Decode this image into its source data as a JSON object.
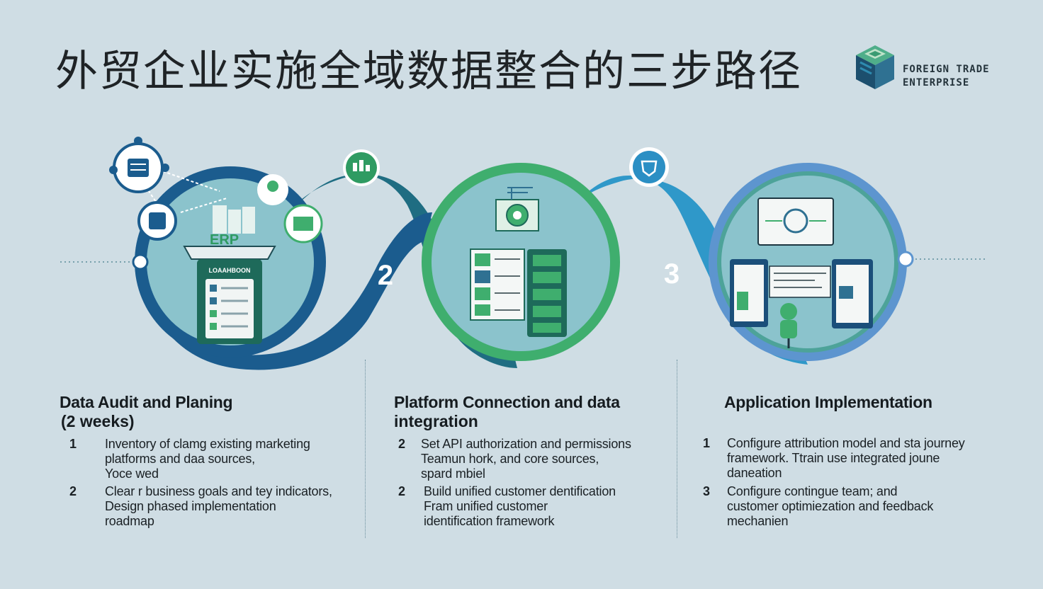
{
  "title": "外贸企业实施全域数据整合的三步路径",
  "logo": {
    "line1": "FOREIGN TRADE",
    "line2": "ENTERPRISE"
  },
  "step_numbers": {
    "two": "2",
    "three": "3"
  },
  "steps": [
    {
      "title": "Data Audit and Planing",
      "subtitle": "(2 weeks)",
      "items": [
        {
          "num": "1",
          "text": "Inventory of clamg existing marketing\nplatforms and daa sources,\nYoce wed"
        },
        {
          "num": "2",
          "text": "Clear r business goals and tey indicators,\nDesign phased implementation\nroadmap"
        }
      ]
    },
    {
      "title": "Platform Connection and data",
      "subtitle": "integration",
      "items": [
        {
          "num": "2",
          "text": "Set API authorization and permissions\nTeamun hork,  and core sources,\nspard mbiel"
        },
        {
          "num": "2",
          "text": "Build unified customer dentification\nFram unified customer\nidentification framework"
        }
      ]
    },
    {
      "title": "Application Implementation",
      "subtitle": "",
      "items": [
        {
          "num": "1",
          "text": "Configure attribution model and sta journey\nframework. Ttrain use integrated joune\ndaneation"
        },
        {
          "num": "3",
          "text": "Configure contingue team;  and\ncustomer optimiezation and feedback\nmechanien"
        }
      ]
    }
  ],
  "icons": {
    "phone_label": "LOAAHBOON",
    "sources_label": "ERP",
    "badge1": "chart-icon",
    "badge2": "shield-icon"
  },
  "colors": {
    "background": "#cfdde4",
    "dark_blue": "#1b5c8e",
    "teal": "#2b7c8c",
    "green": "#3fae6e",
    "light_blue": "#45a8d6",
    "circle_fill": "#8bc3cc"
  }
}
